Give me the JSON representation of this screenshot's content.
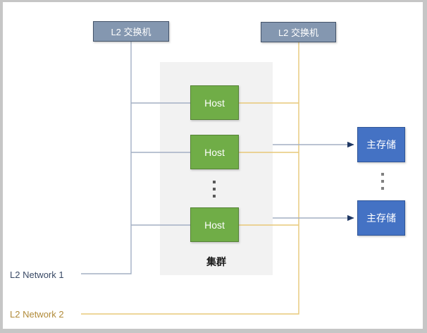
{
  "switches": [
    {
      "label": "L2 交换机"
    },
    {
      "label": "L2 交换机"
    }
  ],
  "cluster": {
    "label": "集群",
    "hosts": [
      {
        "label": "Host"
      },
      {
        "label": "Host"
      },
      {
        "label": "Host"
      }
    ]
  },
  "storages": [
    {
      "label": "主存储"
    },
    {
      "label": "主存储"
    }
  ],
  "network_labels": [
    {
      "label": "L2 Network 1"
    },
    {
      "label": "L2 Network 2"
    }
  ],
  "icons": {
    "hosts_ellipsis": "vertical-ellipsis",
    "storage_ellipsis": "vertical-ellipsis"
  },
  "colors": {
    "switch_fill": "#8497b0",
    "switch_border": "#44546a",
    "host_fill": "#70ad47",
    "host_border": "#548235",
    "storage_fill": "#4472c4",
    "storage_border": "#2f5597",
    "cluster_bg": "#f2f2f2",
    "network1_line": "#a3afc4",
    "network1_text": "#3a4a66",
    "network2_line": "#e7c878",
    "network2_text": "#b18b3a",
    "arrowhead": "#1f3864",
    "frame_border": "#c6c6c6"
  }
}
